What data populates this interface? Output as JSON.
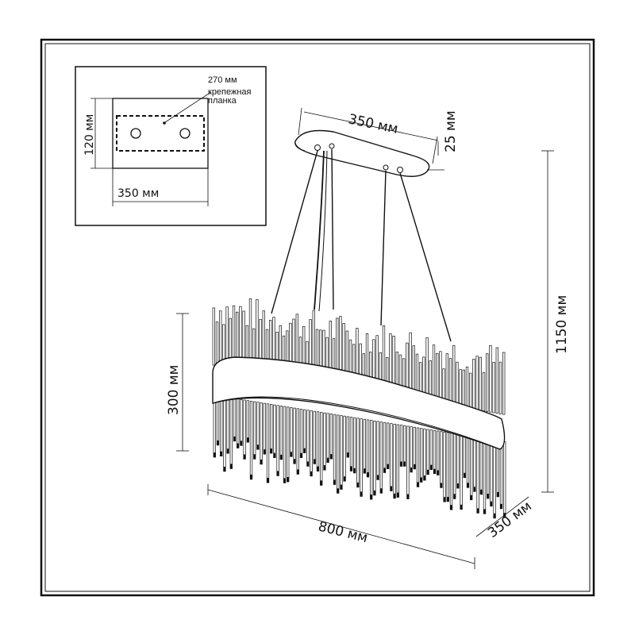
{
  "inset": {
    "labels": {
      "width_270": "270 мм",
      "note_line1": "крепежная",
      "note_line2": "планка",
      "height_120": "120 мм",
      "width_350": "350 мм"
    }
  },
  "main": {
    "labels": {
      "canopy_width": "350 мм",
      "canopy_height": "25 мм",
      "total_height": "1150 мм",
      "body_height": "300 мм",
      "length": "800 мм",
      "depth": "350 мм"
    }
  },
  "colors": {
    "line": "#111111",
    "ring_fill": "#ffffff"
  }
}
